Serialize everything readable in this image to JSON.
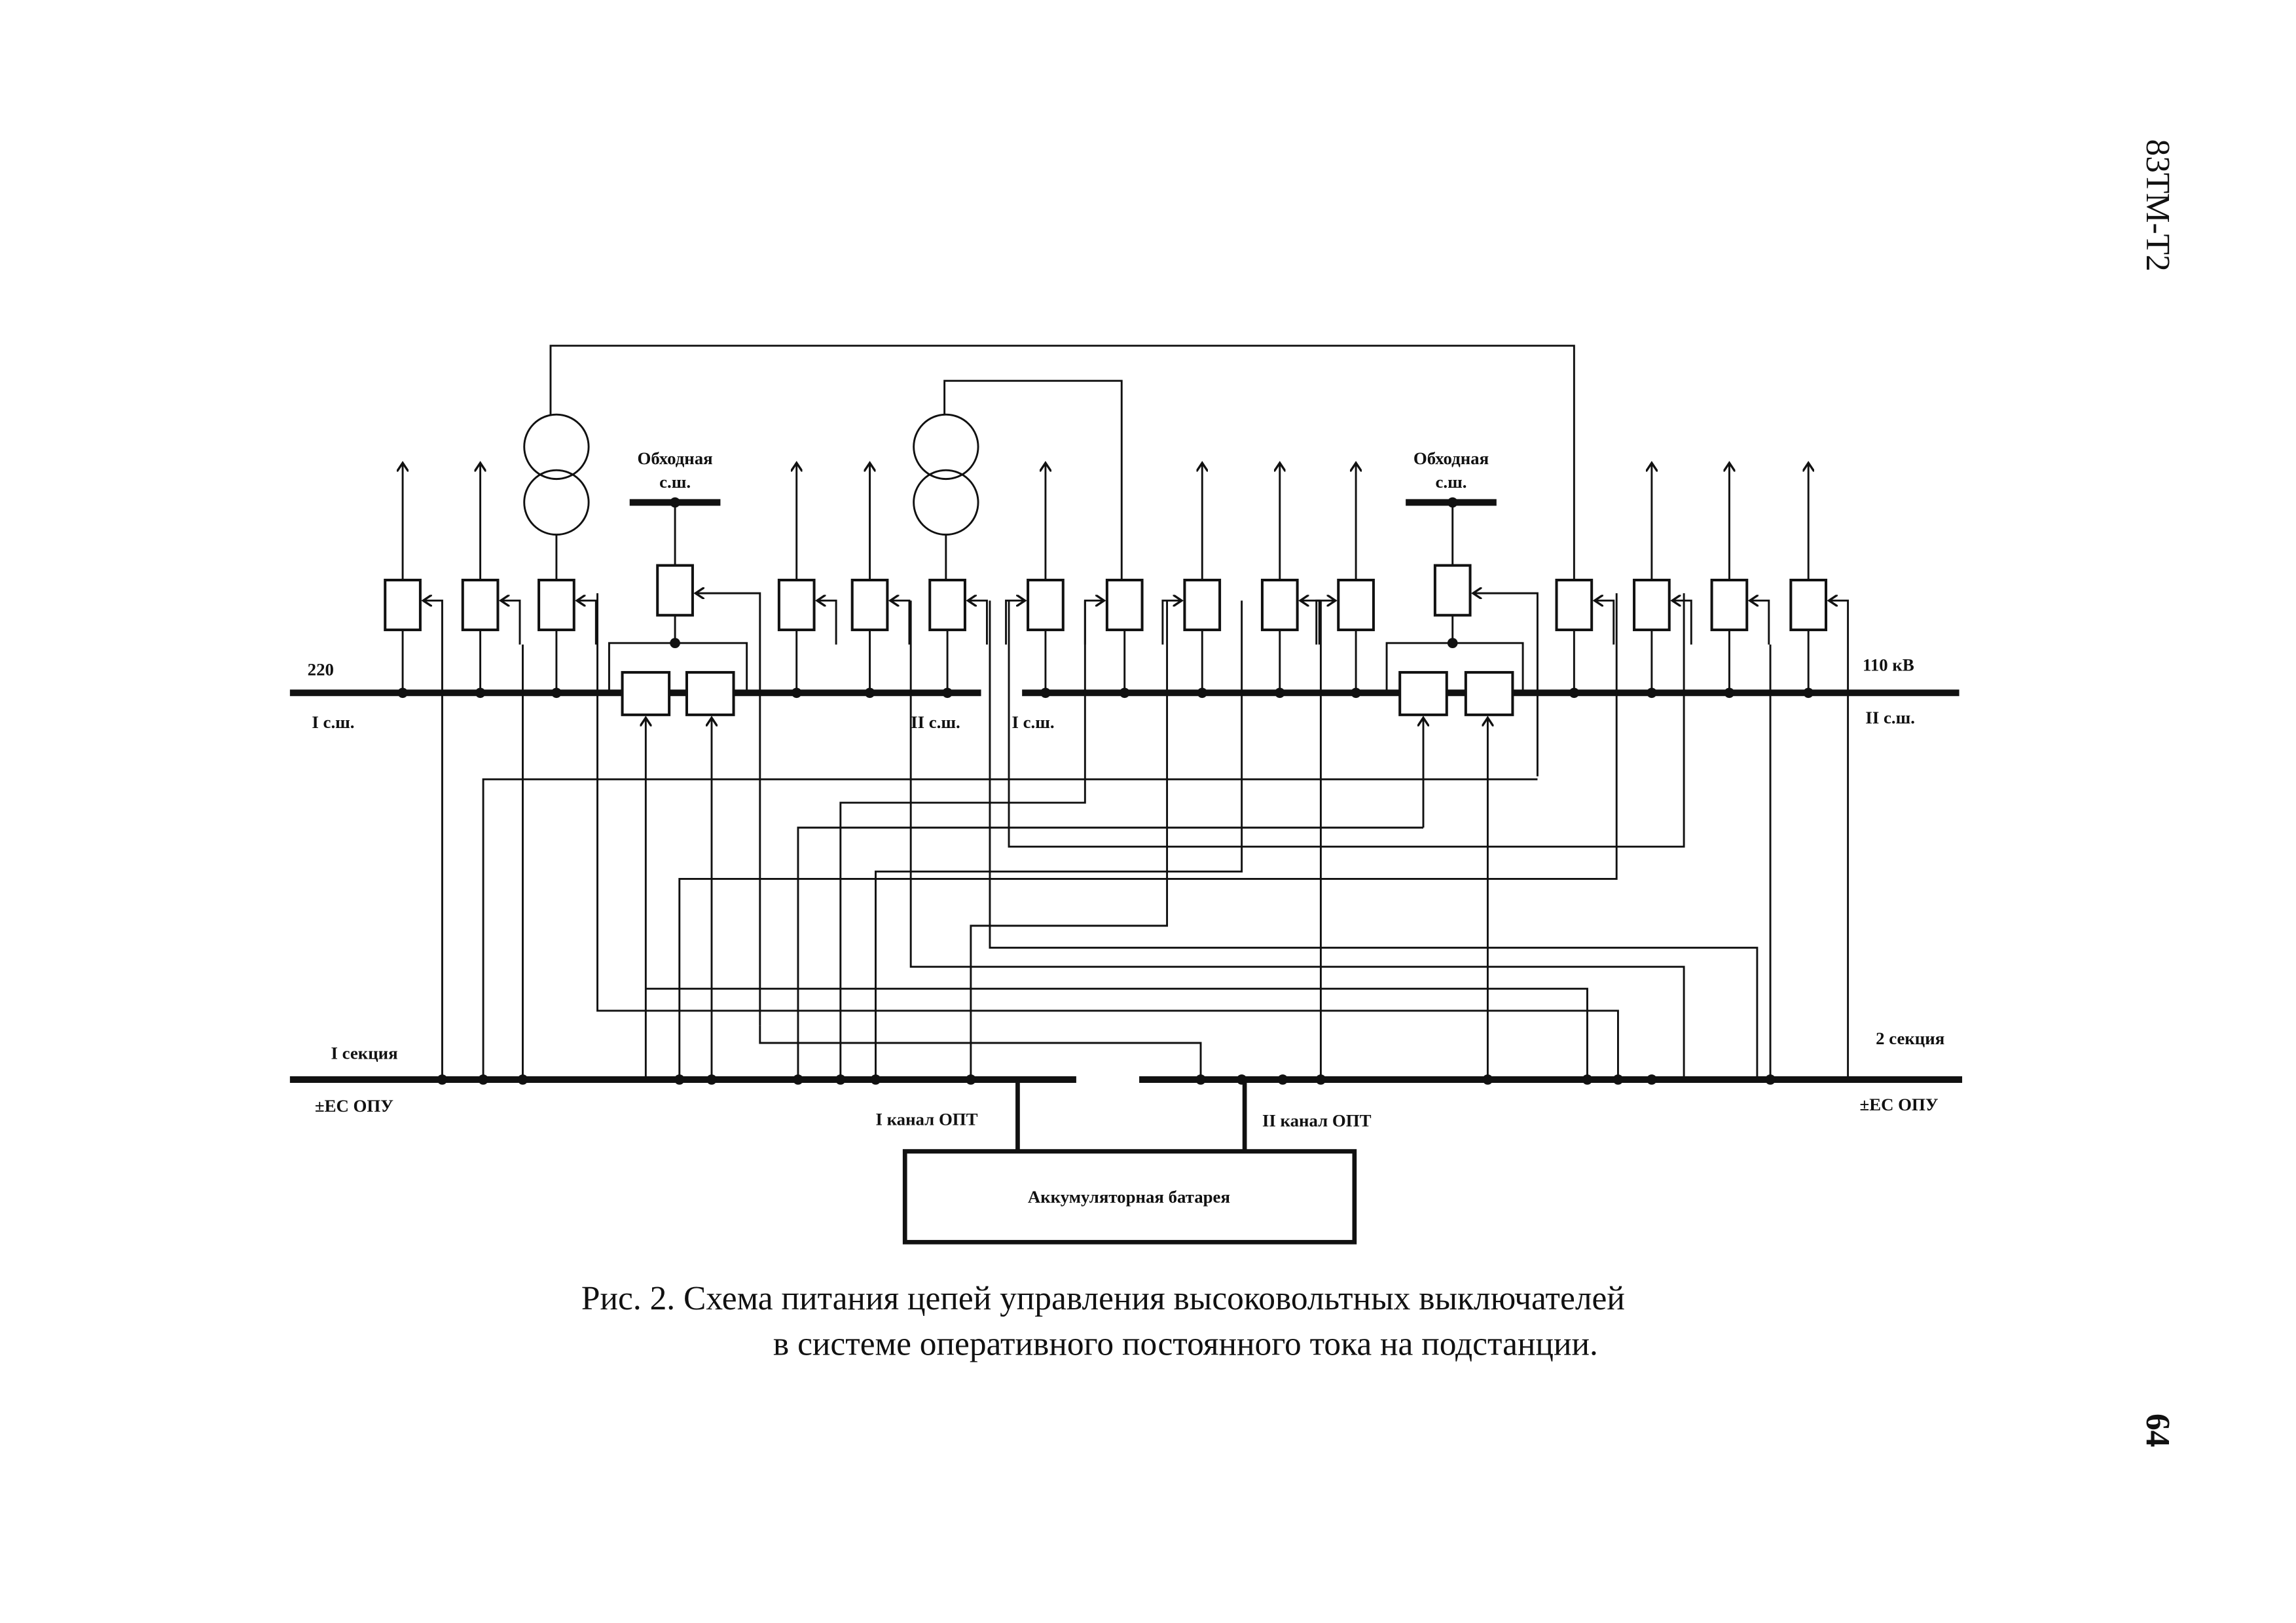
{
  "doc_code": "83ТМ-Т2",
  "page_number": "64",
  "labels": {
    "voltage_left": "220",
    "voltage_right": "110 кВ",
    "bus_left_1": "I с.ш.",
    "bus_left_2": "II с.ш.",
    "bus_right_1": "I с.ш.",
    "bus_right_2": "II с.ш.",
    "bypass_left_1": "Обходная",
    "bypass_left_2": "с.ш.",
    "bypass_right_1": "Обходная",
    "bypass_right_2": "с.ш.",
    "section_1": "I секция",
    "section_2": "2 секция",
    "ec_left": "±ЕС ОПУ",
    "ec_right": "±ЕС ОПУ",
    "channel_1": "I канал ОПТ",
    "channel_2": "II канал ОПТ",
    "battery": "Аккумуляторная  батарея"
  },
  "caption": {
    "line1": "Рис. 2. Схема питания цепей управления высоковольтных выключателей",
    "line2": "в системе оперативного постоянного тока на подстанции."
  }
}
